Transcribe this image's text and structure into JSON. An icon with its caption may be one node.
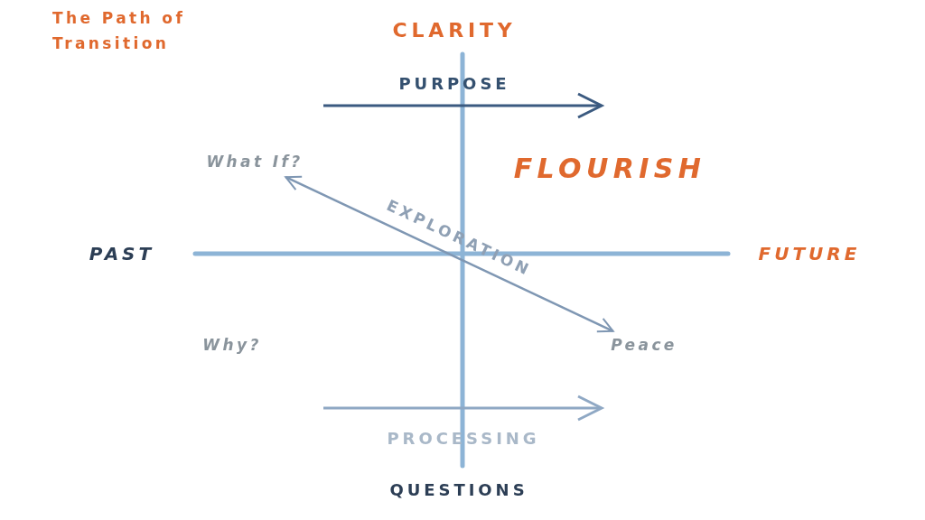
{
  "diagram": {
    "title": "The Path of Transition",
    "nodes": [
      {
        "text": [
          "What If?"
        ]
      },
      {
        "text": [
          "Peace"
        ]
      }
    ],
    "edges": [
      {
        "from": 0,
        "to": 1,
        "arrow": "both",
        "label": "EXPLORATION"
      }
    ],
    "labels": [
      "CLARITY",
      "PURPOSE",
      "FLOURISH",
      "PAST",
      "FUTURE",
      "Why?",
      "PROCESSING",
      "QUESTIONS"
    ]
  }
}
